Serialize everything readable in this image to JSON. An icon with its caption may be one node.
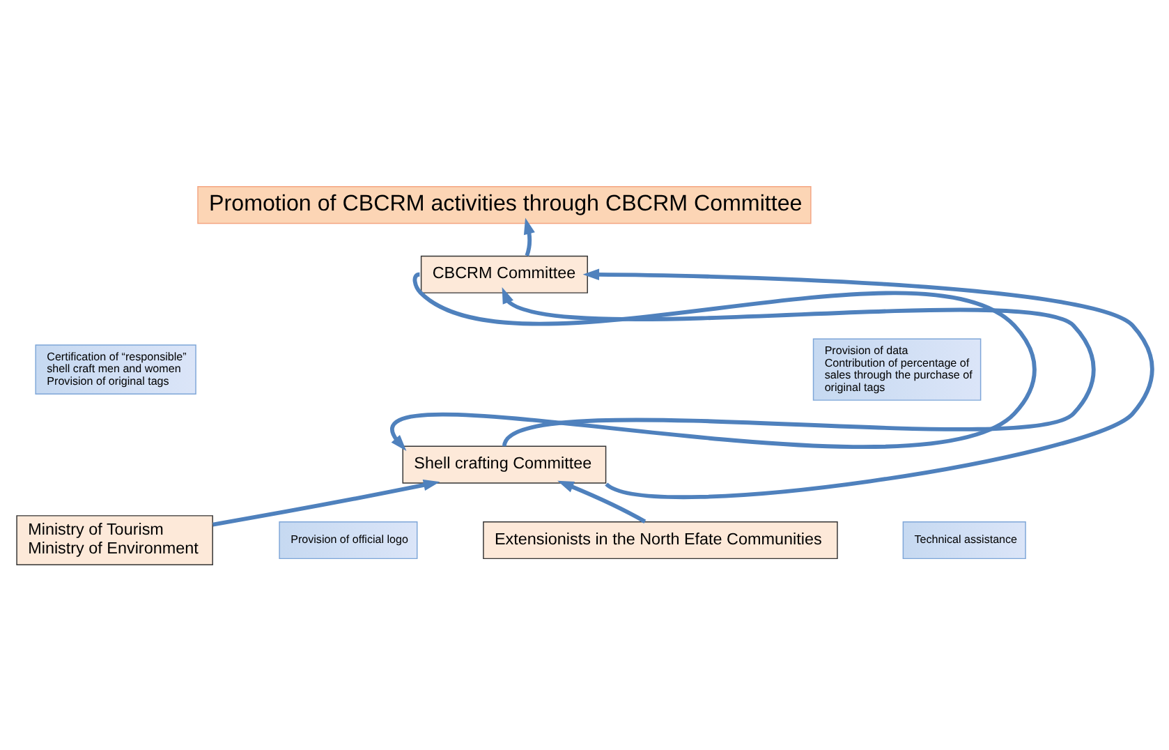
{
  "diagram": {
    "nodes": [
      {
        "text": [
          "Promotion of CBCRM activities through CBCRM Committee"
        ]
      },
      {
        "text": [
          "CBCRM Committee"
        ]
      },
      {
        "text": [
          "Certification of “responsible” shell craft men and women",
          "Provision of original tags"
        ]
      },
      {
        "text": [
          "Provision of data",
          "Contribution of percentage of sales through the purchase of original tags"
        ]
      },
      {
        "text": [
          "Shell crafting Committee"
        ]
      },
      {
        "text": [
          "Ministry of Tourism",
          "Ministry of Environment"
        ]
      },
      {
        "text": [
          "Provision of official logo"
        ]
      },
      {
        "text": [
          "Extensionists in the North Efate Communities"
        ]
      },
      {
        "text": [
          "Technical assistance"
        ]
      }
    ],
    "edges": [
      {
        "from": 1,
        "to": 0,
        "arrow": "to"
      },
      {
        "from": 1,
        "to": 4,
        "arrow": "to"
      },
      {
        "from": 4,
        "to": 1,
        "arrow": "to"
      },
      {
        "from": 4,
        "to": 1,
        "arrow": "to"
      },
      {
        "from": 5,
        "to": 4,
        "arrow": "to"
      },
      {
        "from": 7,
        "to": 4,
        "arrow": "to"
      }
    ]
  }
}
